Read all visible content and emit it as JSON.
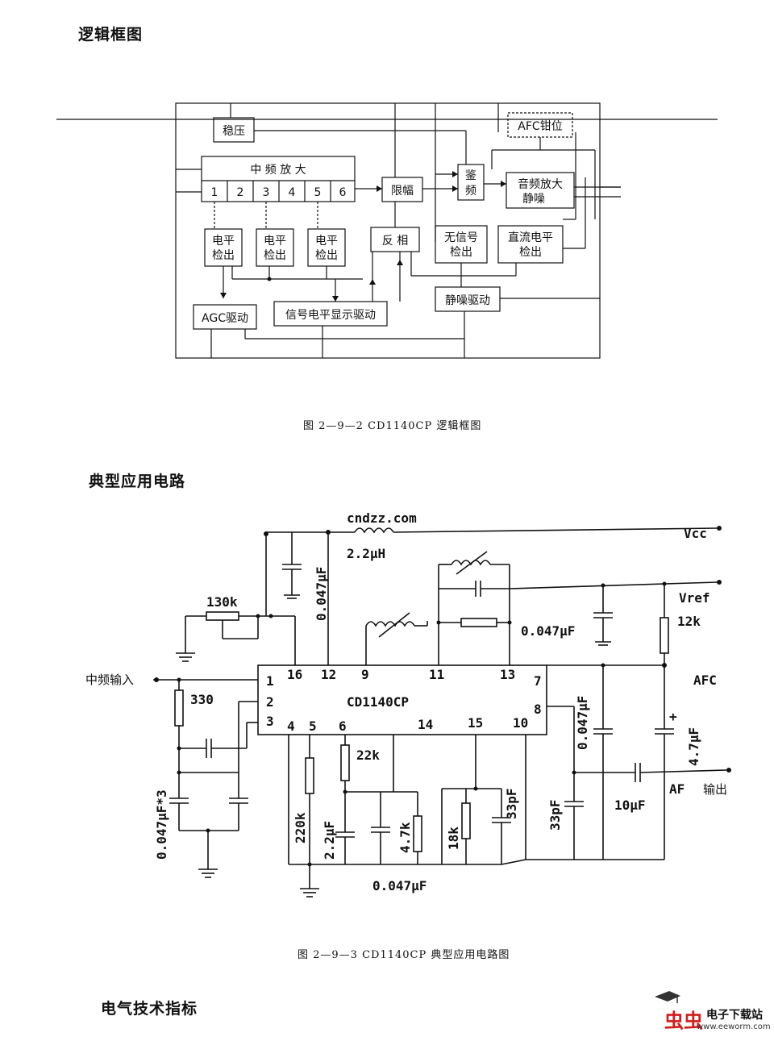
{
  "headings": {
    "logic": "逻辑框图",
    "circuit": "典型应用电路",
    "specs": "电气技术指标"
  },
  "captions": {
    "fig2": "图 2—9—2   CD1140CP 逻辑框图",
    "fig3": "图 2—9—3   CD1140CP 典型应用电路图"
  },
  "block": {
    "regulator": "稳压",
    "afc_clamp": "AFC钳位",
    "if_amp": "中   频   放   大",
    "stages": [
      "1",
      "2",
      "3",
      "4",
      "5",
      "6"
    ],
    "limiter": "限幅",
    "discrim_1": "鉴",
    "discrim_2": "频",
    "audio_1": "音频放大",
    "audio_2": "静噪",
    "level_1": "电平",
    "level_2": "检出",
    "invert": "反  相",
    "nosig_1": "无信号",
    "nosig_2": "检出",
    "dc_1": "直流电平",
    "dc_2": "检出",
    "agc": "AGC驱动",
    "sigdisp": "信号电平显示驱动",
    "mute": "静噪驱动"
  },
  "circuit": {
    "chip": "CD1140CP",
    "pins_top": [
      "16",
      "12",
      "9",
      "11",
      "13"
    ],
    "pins_left": [
      "1",
      "2",
      "3"
    ],
    "pins_bottom": [
      "4",
      "5",
      "6",
      "14",
      "15",
      "10"
    ],
    "pins_right": [
      "7",
      "8"
    ],
    "vcc": "Vcc",
    "vref": "Vref",
    "afc": "AFC",
    "af": "AF",
    "af_out": "输出",
    "if_in": "中频输入",
    "l1": "2.2μH",
    "pot": "130k",
    "c_top": "0.047μF",
    "c_mid": "0.047μF",
    "c_bottom": "0.047μF",
    "r12k": "12k",
    "r330": "330",
    "c3": "0.047μF*3",
    "r220k": "220k",
    "c22": "2.2μF",
    "r22k": "22k",
    "r47k": "4.7k",
    "r18k": "18k",
    "c33a": "33pF",
    "c33b": "33pF",
    "c047r": "0.047μF",
    "c10": "10μF",
    "c47": "4.7μF",
    "plus": "+"
  },
  "watermark": "cndzz.com",
  "logo": {
    "name": "电子下载站",
    "mark": "虫虫",
    "url": "www.eeworm.com"
  }
}
